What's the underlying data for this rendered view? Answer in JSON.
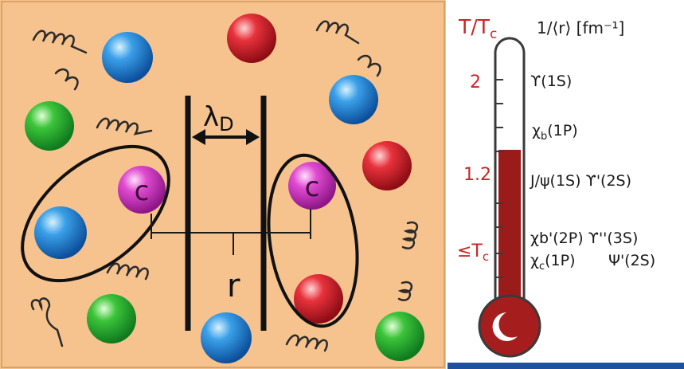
{
  "plasma": {
    "debye_label_main": "λ",
    "debye_label_sub": "D",
    "distance_label": "r",
    "charm_label": "c"
  },
  "thermometer": {
    "axis_left_main": "T/T",
    "axis_left_sub": "c",
    "axis_right": "1/⟨r⟩ [fm⁻¹]",
    "ticks": [
      {
        "t": "2",
        "state": "ϒ(1S)"
      },
      {
        "t": "1.2",
        "state": "J/ψ(1S) ϒ'(2S)"
      },
      {
        "t": "≤T",
        "t_sub": "c",
        "state": "χb'(2P)  ϒ''(3S)"
      }
    ],
    "state_chi_b_1p_main": "χ",
    "state_chi_b_1p_sub": "b",
    "state_chi_b_1p_tail": "(1P)",
    "state_chi_c_main": "χ",
    "state_chi_c_sub": "c",
    "state_chi_c_tail": "(1P)",
    "state_psi_2s": "Ψ'(2S)",
    "fill_fraction": 0.62,
    "colors": {
      "mercury": "#9b1b1b",
      "bulb": "#a51d1d",
      "label_red": "#c62828",
      "background": "#f6c38e"
    }
  }
}
